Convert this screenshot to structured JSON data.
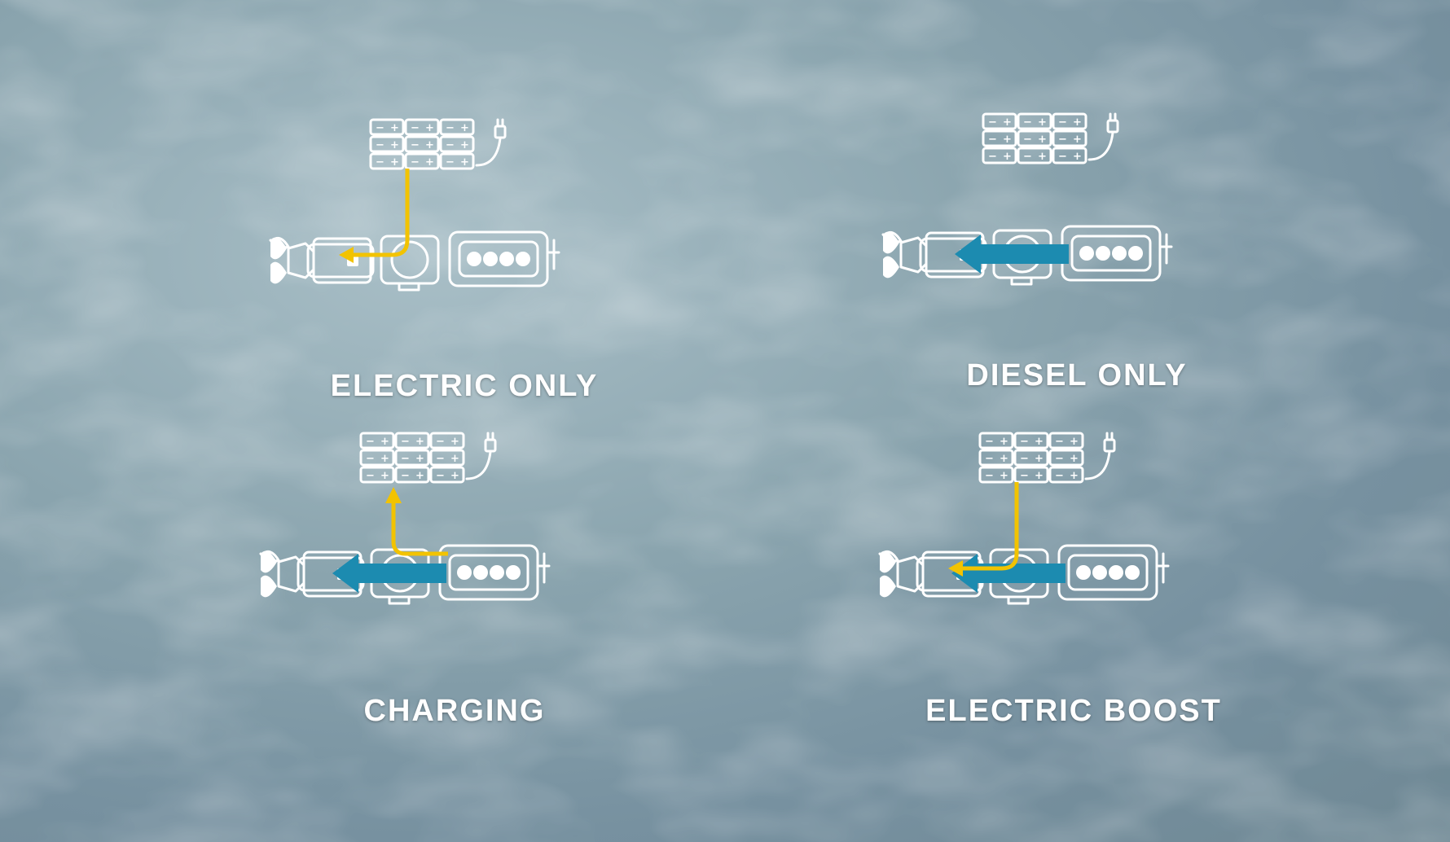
{
  "modes": [
    {
      "id": "electric-only",
      "label": "ELECTRIC ONLY",
      "electric_flow": "battery-to-shaft",
      "diesel_flow": false
    },
    {
      "id": "diesel-only",
      "label": "DIESEL ONLY",
      "electric_flow": "none",
      "diesel_flow": true
    },
    {
      "id": "charging",
      "label": "CHARGING",
      "electric_flow": "shaft-to-battery",
      "diesel_flow": true
    },
    {
      "id": "electric-boost",
      "label": "ELECTRIC BOOST",
      "electric_flow": "battery-to-shaft",
      "diesel_flow": true
    }
  ],
  "colors": {
    "electric": "#f2c300",
    "diesel": "#1c8bb0",
    "line": "#ffffff",
    "water": "#8aa4ae"
  },
  "icons": [
    "battery-pack-icon",
    "plug-icon",
    "propeller-icon",
    "electric-motor-icon",
    "diesel-engine-icon"
  ]
}
